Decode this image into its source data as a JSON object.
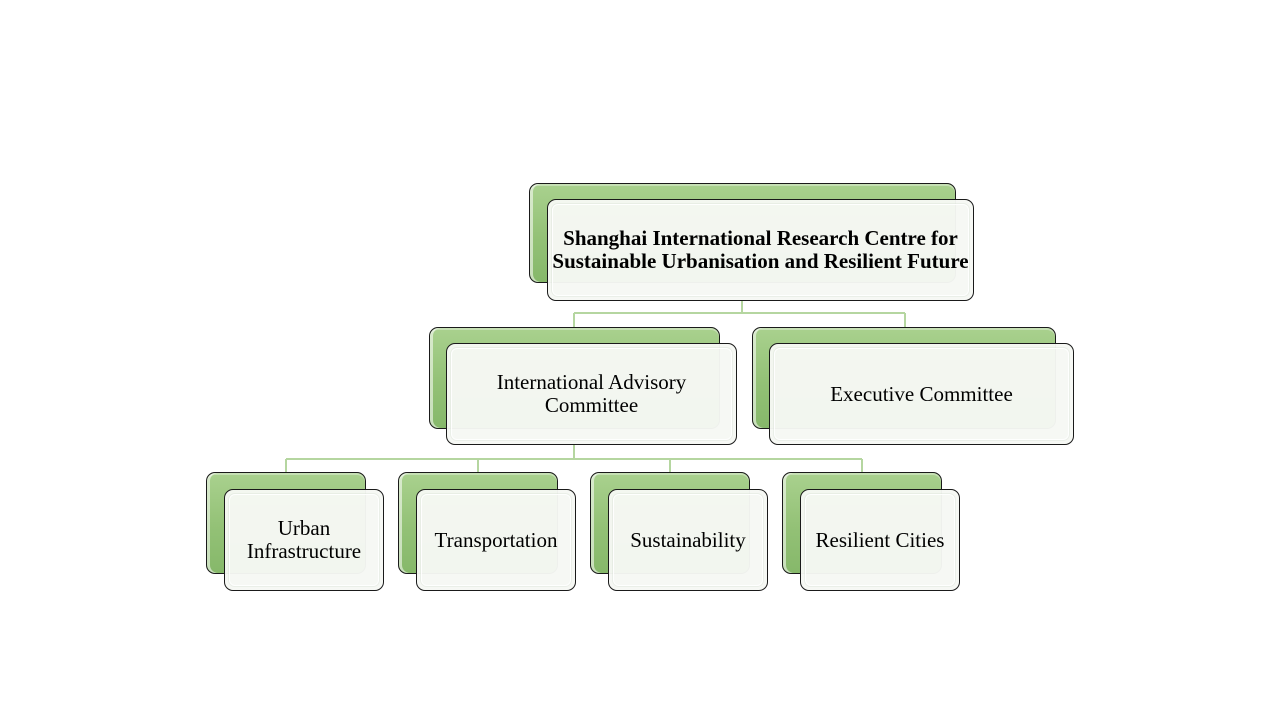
{
  "diagram": {
    "type": "org-chart",
    "accent_color": "#a9d18e",
    "connector_color": "#b5d6a0",
    "root": {
      "label": "Shanghai International Research Centre for Sustainable Urbanisation and Resilient Future"
    },
    "level2": [
      {
        "label": "International Advisory Committee"
      },
      {
        "label": "Executive Committee"
      }
    ],
    "level3": [
      {
        "label": "Urban Infrastructure"
      },
      {
        "label": "Transportation"
      },
      {
        "label": "Sustainability"
      },
      {
        "label": "Resilient Cities"
      }
    ]
  }
}
